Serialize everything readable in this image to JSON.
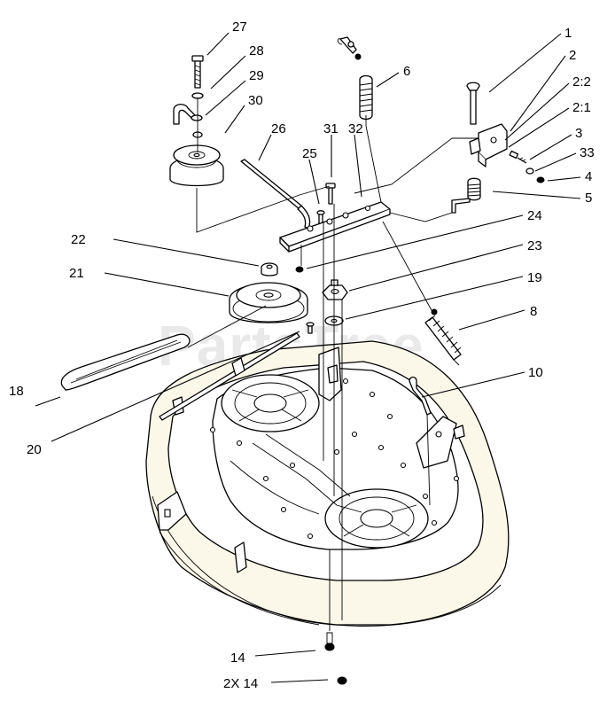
{
  "watermark": {
    "text": "PartsTree"
  },
  "callouts": [
    {
      "id": "c27",
      "label": "27"
    },
    {
      "id": "c28",
      "label": "28"
    },
    {
      "id": "c29",
      "label": "29"
    },
    {
      "id": "c30",
      "label": "30"
    },
    {
      "id": "c6",
      "label": "6"
    },
    {
      "id": "c26",
      "label": "26"
    },
    {
      "id": "c31",
      "label": "31"
    },
    {
      "id": "c32",
      "label": "32"
    },
    {
      "id": "c25",
      "label": "25"
    },
    {
      "id": "c1",
      "label": "1"
    },
    {
      "id": "c2",
      "label": "2"
    },
    {
      "id": "c2_2",
      "label": "2:2"
    },
    {
      "id": "c2_1",
      "label": "2:1"
    },
    {
      "id": "c3",
      "label": "3"
    },
    {
      "id": "c33",
      "label": "33"
    },
    {
      "id": "c4",
      "label": "4"
    },
    {
      "id": "c5",
      "label": "5"
    },
    {
      "id": "c24",
      "label": "24"
    },
    {
      "id": "c22",
      "label": "22"
    },
    {
      "id": "c23",
      "label": "23"
    },
    {
      "id": "c21",
      "label": "21"
    },
    {
      "id": "c19",
      "label": "19"
    },
    {
      "id": "c8",
      "label": "8"
    },
    {
      "id": "c10",
      "label": "10"
    },
    {
      "id": "c18",
      "label": "18"
    },
    {
      "id": "c20",
      "label": "20"
    },
    {
      "id": "c14",
      "label": "14"
    },
    {
      "id": "c2x14",
      "label": "2X 14"
    }
  ]
}
